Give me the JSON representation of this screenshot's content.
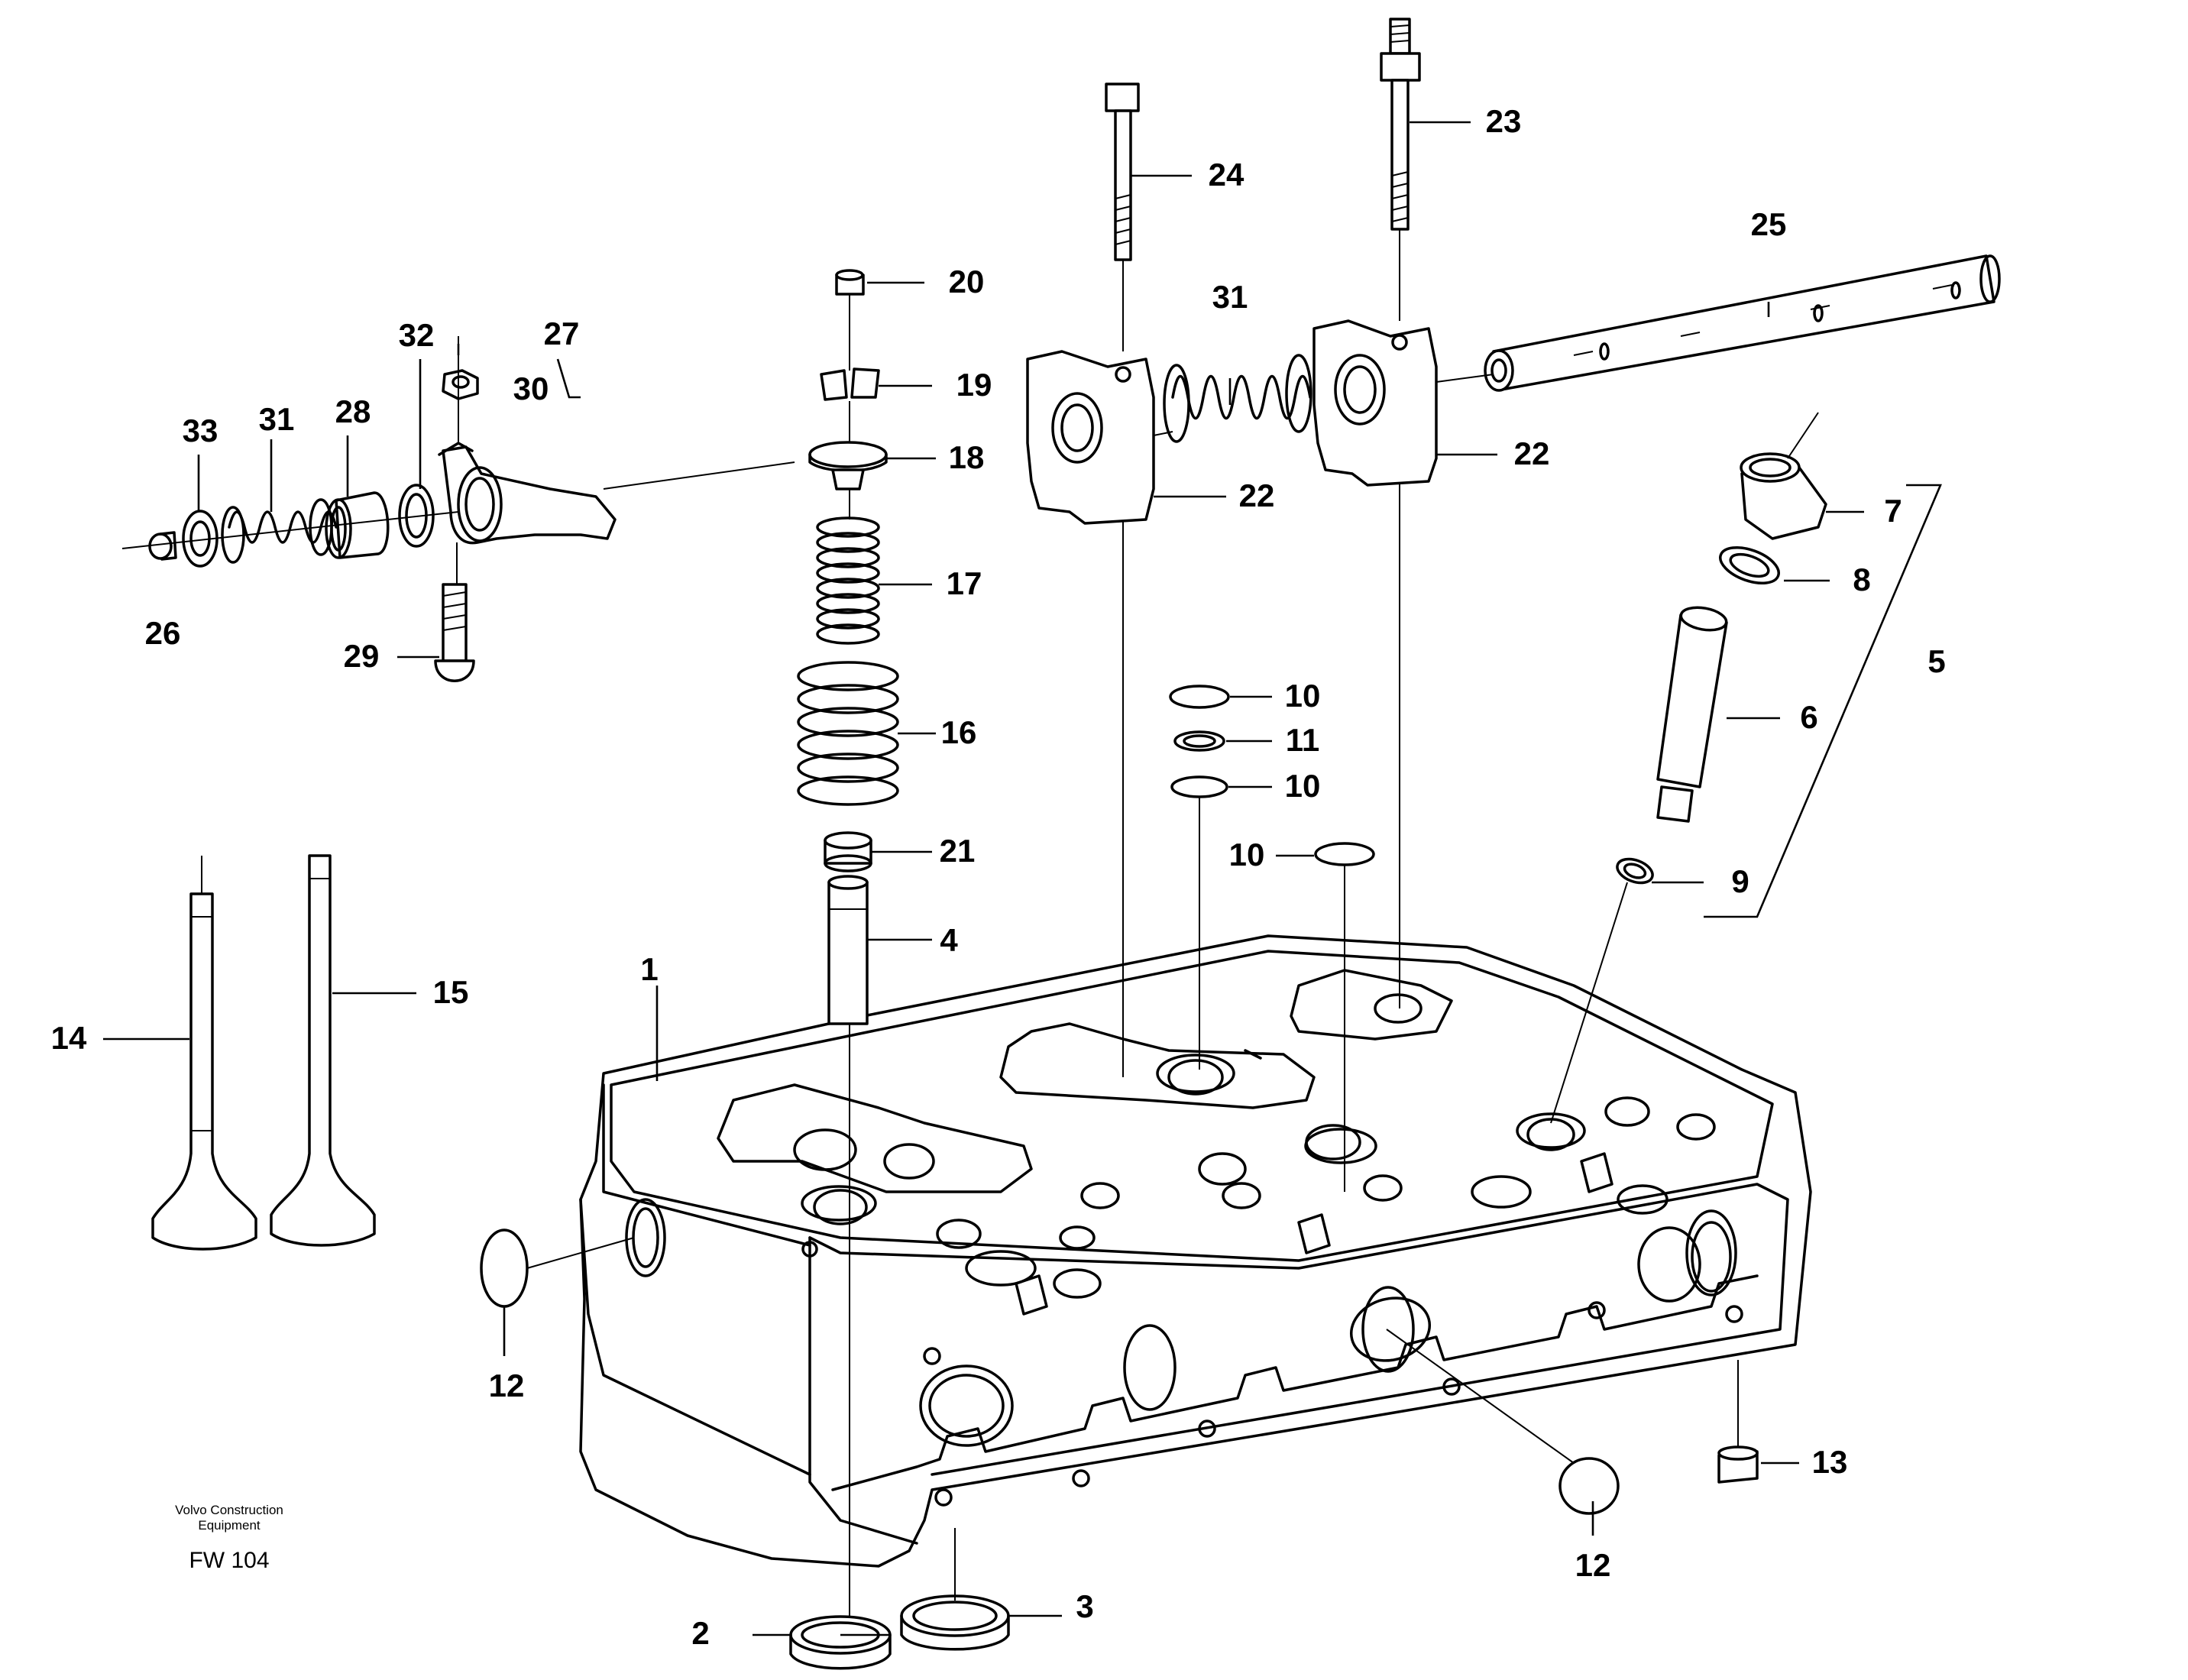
{
  "diagram": {
    "callouts": [
      "1",
      "2",
      "3",
      "4",
      "5",
      "6",
      "7",
      "8",
      "9",
      "10",
      "10",
      "10",
      "11",
      "12",
      "12",
      "13",
      "14",
      "15",
      "16",
      "17",
      "18",
      "19",
      "20",
      "21",
      "22",
      "22",
      "23",
      "24",
      "25",
      "26",
      "27",
      "28",
      "29",
      "30",
      "31",
      "31",
      "32",
      "33"
    ],
    "footer": {
      "brand_line1": "Volvo Construction",
      "brand_line2": "Equipment",
      "code": "FW 104"
    }
  }
}
